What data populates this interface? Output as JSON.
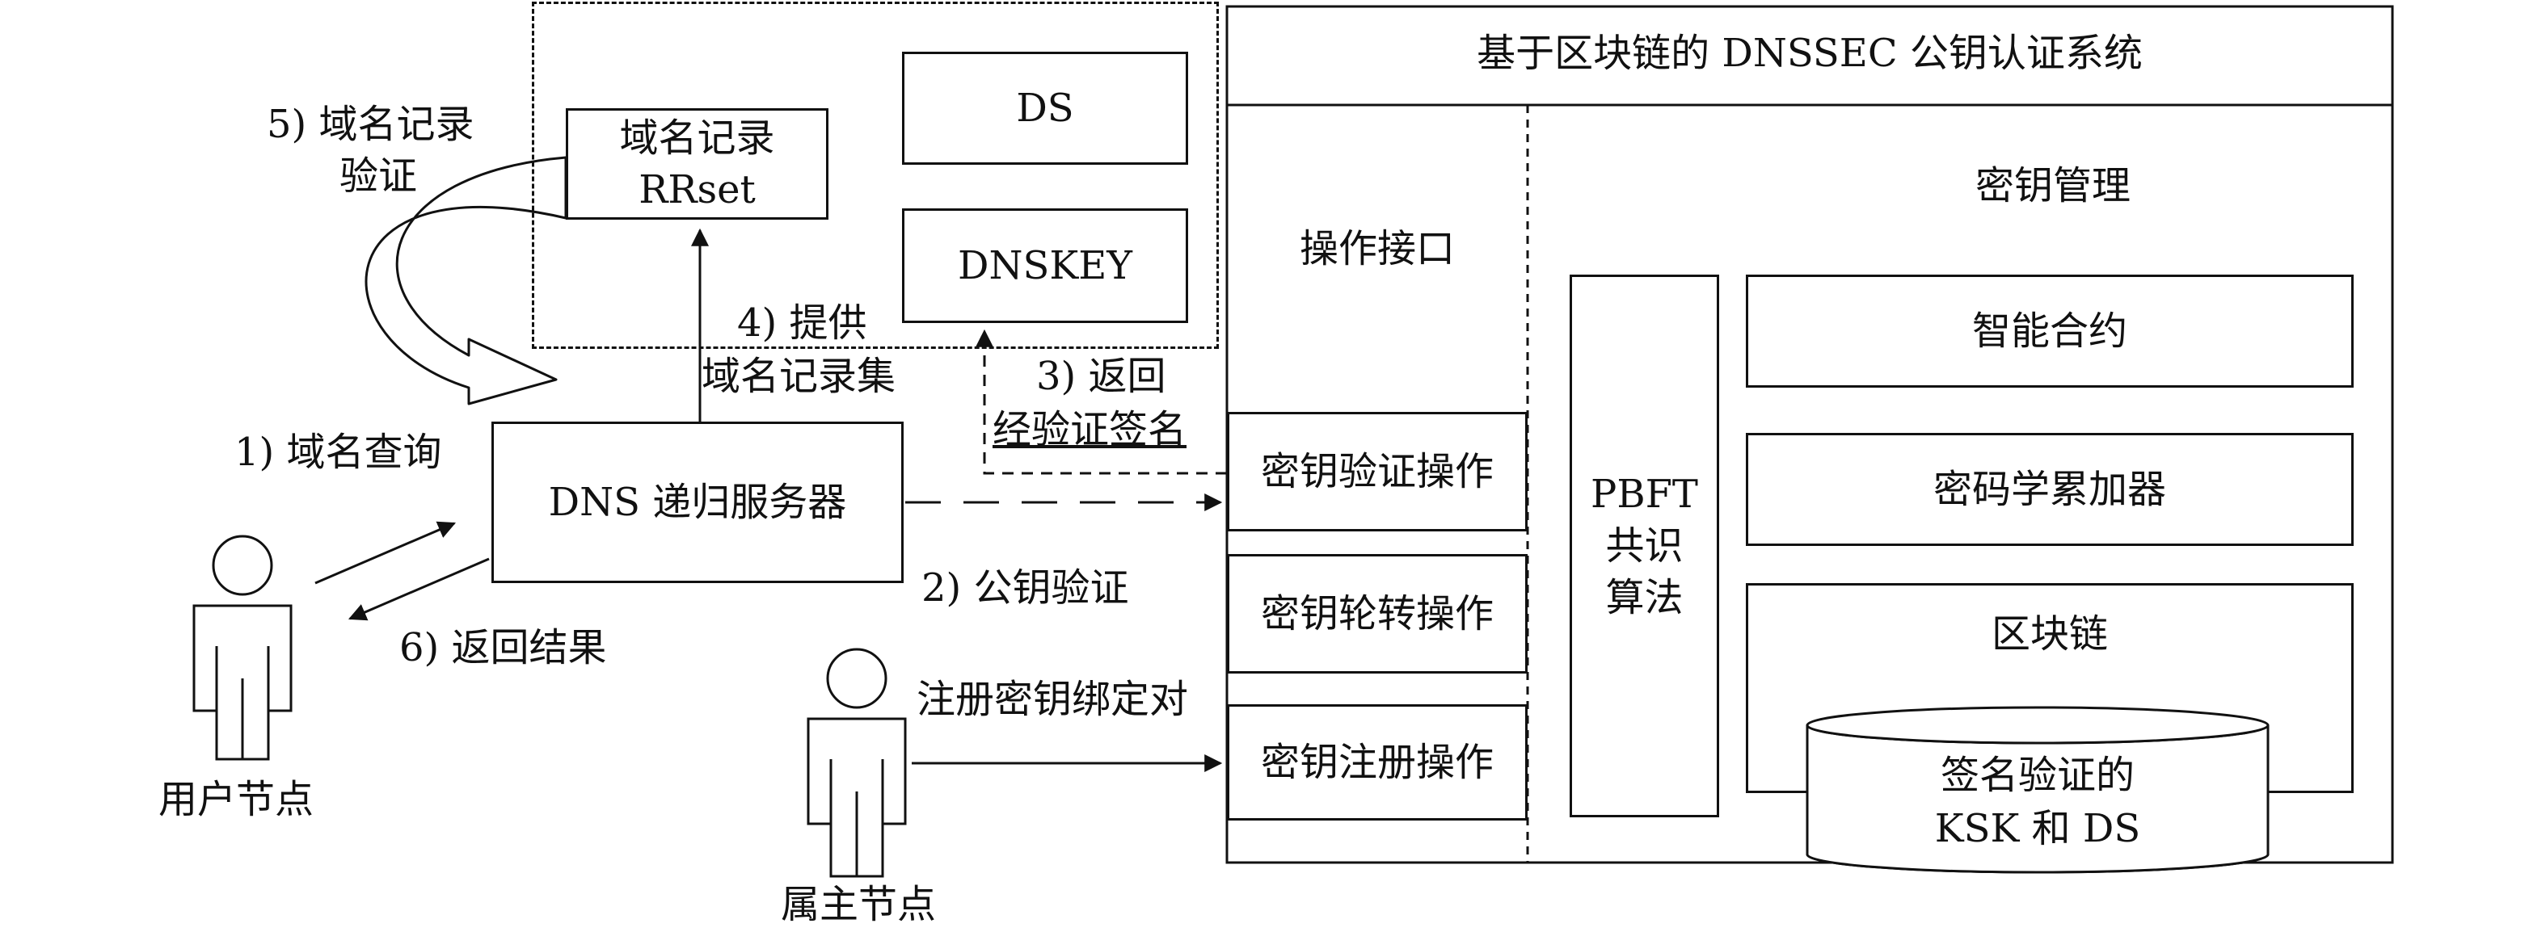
{
  "system": {
    "title": "基于区块链的 DNSSEC 公钥认证系统",
    "interface_label": "操作接口",
    "key_management_label": "密钥管理",
    "operations": [
      "密钥验证操作",
      "密钥轮转操作",
      "密钥注册操作"
    ],
    "pbft": {
      "line1": "PBFT",
      "line2": "共识",
      "line3": "算法"
    },
    "modules": [
      "智能合约",
      "密码学累加器",
      "区块链"
    ],
    "storage": {
      "line1": "签名验证的",
      "line2": "KSK 和 DS"
    }
  },
  "zone": {
    "rrset_line1": "域名记录",
    "rrset_line2": "RRset",
    "ds": "DS",
    "dnskey": "DNSKEY"
  },
  "resolver": "DNS 递归服务器",
  "actors": {
    "user": "用户节点",
    "owner": "属主节点"
  },
  "steps": {
    "s1": "1) 域名查询",
    "s2": "2) 公钥验证",
    "s3_line1": "3) 返回",
    "s3_line2": "经验证签名",
    "s4_line1": "4) 提供",
    "s4_line2": "域名记录集",
    "s5_line1": "5) 域名记录",
    "s5_line2": "验证",
    "s6": "6) 返回结果",
    "register": "注册密钥绑定对"
  }
}
